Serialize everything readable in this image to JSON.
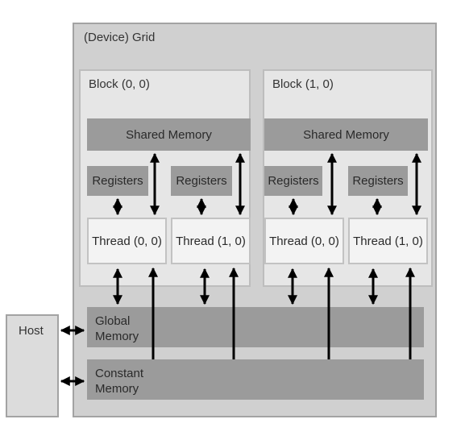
{
  "grid": {
    "label": "(Device) Grid"
  },
  "blocks": [
    {
      "label": "Block (0, 0)",
      "shared_memory": "Shared Memory",
      "registers": [
        "Registers",
        "Registers"
      ],
      "threads": [
        "Thread (0, 0)",
        "Thread (1, 0)"
      ]
    },
    {
      "label": "Block (1, 0)",
      "shared_memory": "Shared Memory",
      "registers": [
        "Registers",
        "Registers"
      ],
      "threads": [
        "Thread (0, 0)",
        "Thread (1, 0)"
      ]
    }
  ],
  "global_memory": "Global\nMemory",
  "constant_memory": "Constant\nMemory",
  "host": {
    "label": "Host"
  }
}
